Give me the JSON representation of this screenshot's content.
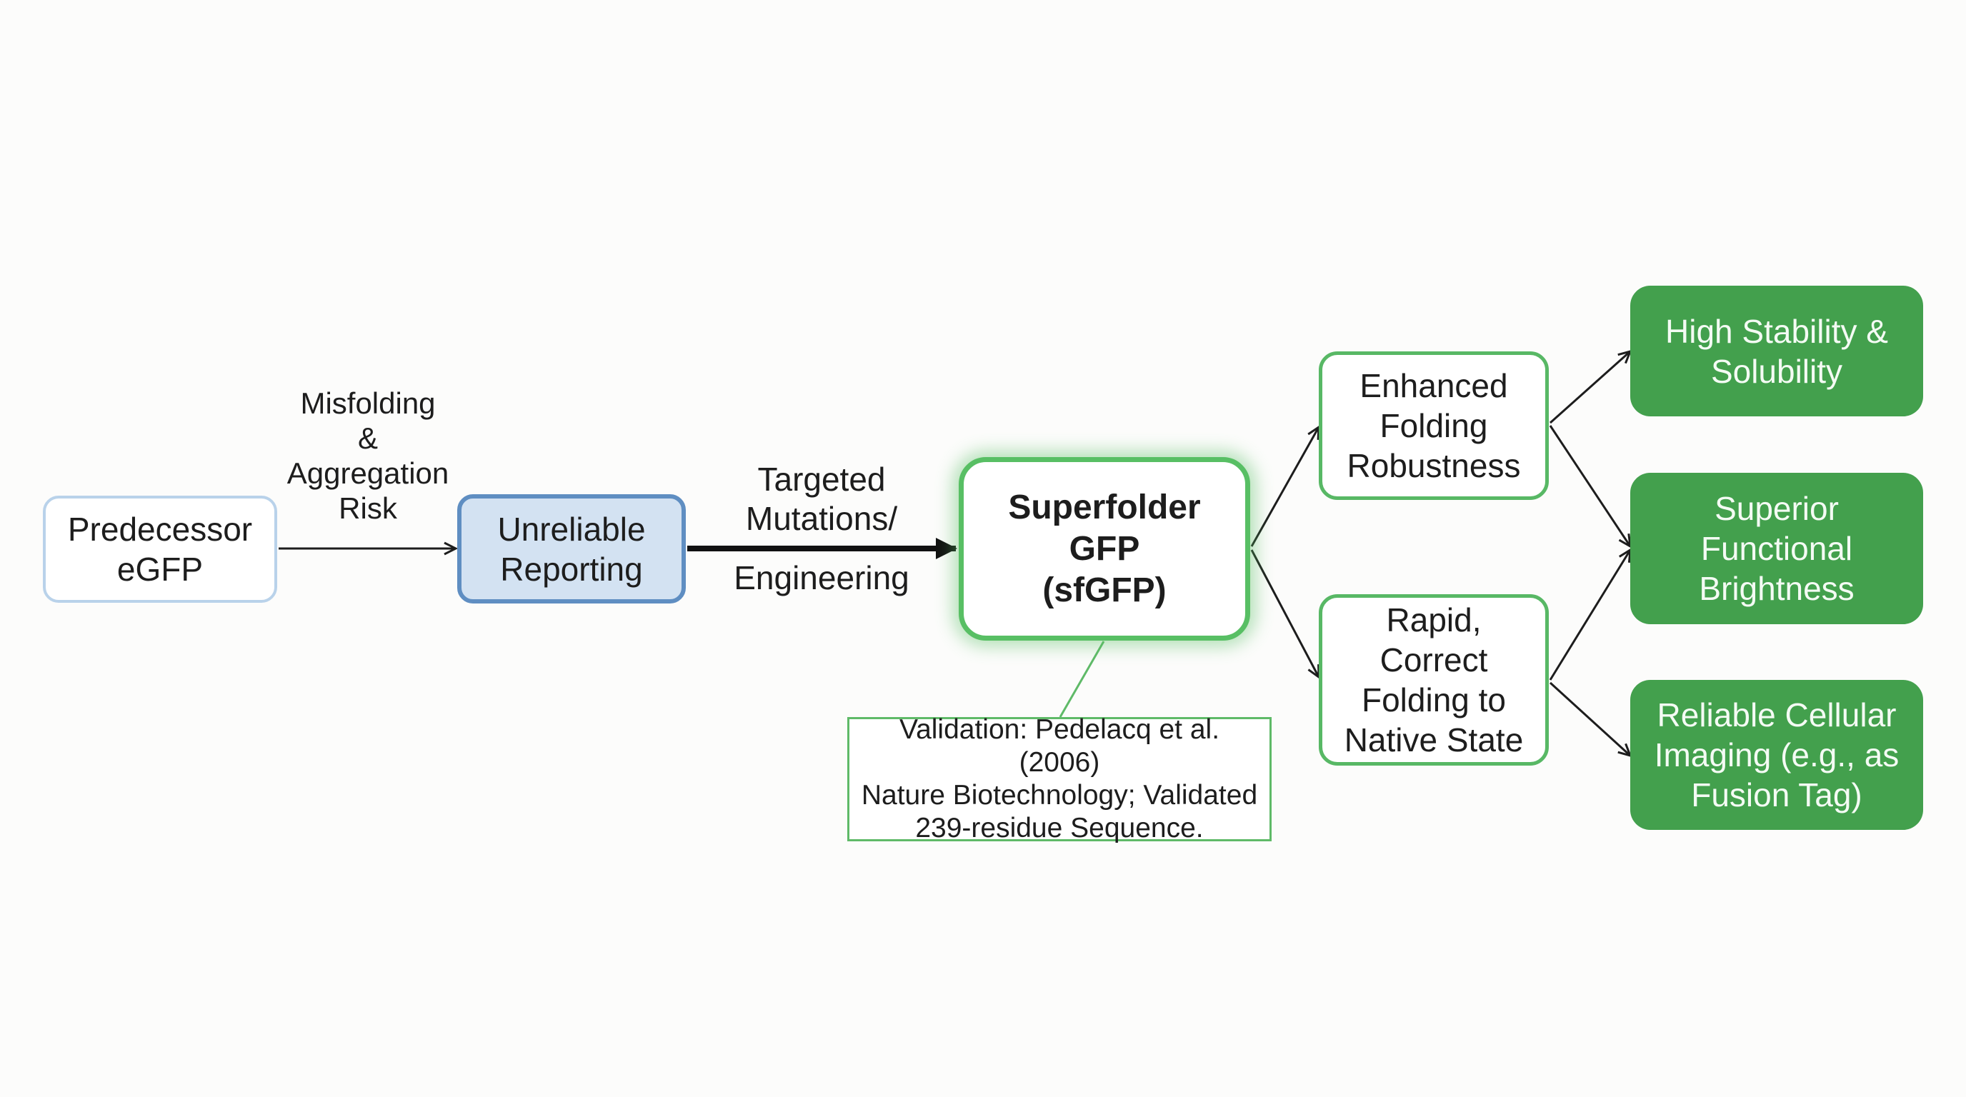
{
  "diagram": {
    "nodes": {
      "predecessor": "Predecessor\neGFP",
      "unreliable": "Unreliable\nReporting",
      "sfgfp": "Superfolder GFP\n(sfGFP)",
      "enhanced": "Enhanced\nFolding\nRobustness",
      "rapid": "Rapid, Correct\nFolding to\nNative State",
      "high_stability": "High Stability &\nSolubility",
      "superior": "Superior\nFunctional\nBrightness",
      "reliable": "Reliable Cellular\nImaging (e.g., as\nFusion Tag)",
      "validation": "Validation: Pedelacq et al. (2006)\nNature Biotechnology; Validated\n239-residue Sequence."
    },
    "edge_labels": {
      "misfolding": "Misfolding\n&\nAggregation\nRisk",
      "targeted": "Targeted\nMutations/",
      "engineering": "Engineering"
    },
    "colors": {
      "background": "#fcfcfb",
      "predecessor_border": "#b9d2ea",
      "unreliable_fill": "#d3e2f2",
      "unreliable_border": "#5f8ec2",
      "sfgfp_border": "#58bf64",
      "outcome_fill": "#43a04d",
      "connector": "#1d1d1d",
      "callout_line": "#5fba68"
    }
  }
}
